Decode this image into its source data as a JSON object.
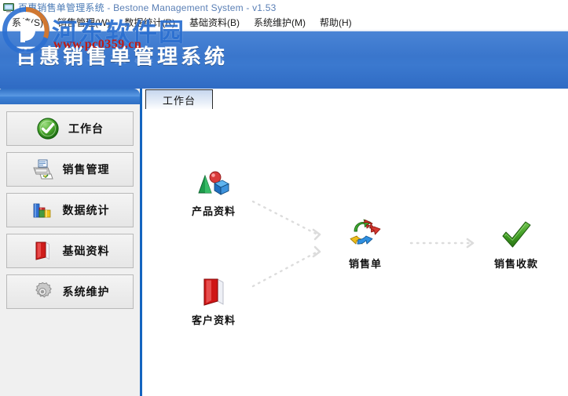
{
  "window": {
    "icon": "computer-monitor-icon",
    "title_cn": "百惠销售单管理系统",
    "title_en": " - Bestone Management System - v1.53"
  },
  "menubar": {
    "items": [
      {
        "label": "系统(S)",
        "name": "menu-system"
      },
      {
        "label": "销售管理(W)",
        "name": "menu-sales"
      },
      {
        "label": "数据统计(R)",
        "name": "menu-statistics"
      },
      {
        "label": "基础资料(B)",
        "name": "menu-basic-data"
      },
      {
        "label": "系统维护(M)",
        "name": "menu-maintenance"
      },
      {
        "label": "帮助(H)",
        "name": "menu-help"
      }
    ]
  },
  "banner": {
    "title": "百惠销售单管理系统",
    "bg_color": "#3b79cf"
  },
  "sidebar": {
    "items": [
      {
        "label": "工作台",
        "icon": "green-check-circle-icon"
      },
      {
        "label": "销售管理",
        "icon": "printer-icon"
      },
      {
        "label": "数据统计",
        "icon": "bar-chart-icon"
      },
      {
        "label": "基础资料",
        "icon": "red-book-icon"
      },
      {
        "label": "系统维护",
        "icon": "gear-icon"
      }
    ]
  },
  "main": {
    "tabs": [
      {
        "label": "工作台",
        "active": true
      }
    ],
    "workflow": {
      "nodes": [
        {
          "id": "product",
          "label": "产品资料",
          "icon": "3d-shapes-icon"
        },
        {
          "id": "customer",
          "label": "客户资料",
          "icon": "red-book-icon"
        },
        {
          "id": "order",
          "label": "销售单",
          "icon": "circular-arrows-icon"
        },
        {
          "id": "receipt",
          "label": "销售收款",
          "icon": "green-check-icon"
        }
      ],
      "connectors": [
        {
          "from": "product",
          "to": "order"
        },
        {
          "from": "customer",
          "to": "order"
        },
        {
          "from": "order",
          "to": "receipt"
        }
      ]
    }
  },
  "watermark": {
    "text": "河东软件园",
    "url": "www.pc0359.cn",
    "logo": "circular-watermark-logo"
  }
}
